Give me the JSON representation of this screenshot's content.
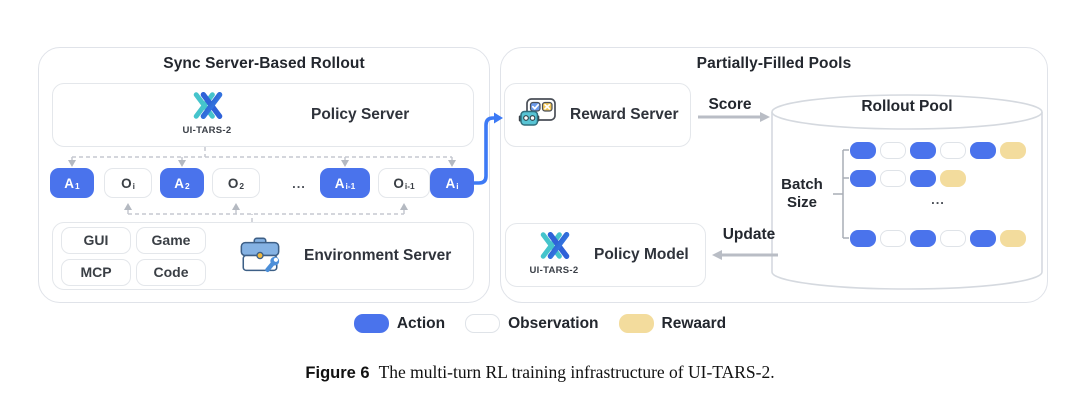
{
  "figure": {
    "caption_prefix": "Figure 6",
    "caption_text": "The multi-turn RL training infrastructure of UI-TARS-2."
  },
  "left_panel": {
    "title": "Sync Server-Based Rollout",
    "policy_server": {
      "label": "Policy Server",
      "logo_text": "UI-TARS-2"
    },
    "sequence": [
      {
        "kind": "action",
        "base": "A",
        "sub": "1"
      },
      {
        "kind": "observation",
        "base": "O",
        "sub": "i"
      },
      {
        "kind": "action",
        "base": "A",
        "sub": "2"
      },
      {
        "kind": "observation",
        "base": "O",
        "sub": "2"
      },
      {
        "kind": "ellipsis",
        "label": "..."
      },
      {
        "kind": "action",
        "base": "A",
        "sub": "i-1"
      },
      {
        "kind": "observation",
        "base": "O",
        "sub": "i-1"
      },
      {
        "kind": "action",
        "base": "A",
        "sub": "i"
      }
    ],
    "environment_server": {
      "label": "Environment Server",
      "modules": [
        "GUI",
        "Game",
        "MCP",
        "Code"
      ]
    }
  },
  "right_panel": {
    "title": "Partially-Filled Pools",
    "reward_server": {
      "label": "Reward Server"
    },
    "policy_model": {
      "label": "Policy Model",
      "logo_text": "UI-TARS-2"
    },
    "arrows": {
      "score": "Score",
      "update": "Update"
    },
    "rollout_pool": {
      "title": "Rollout Pool",
      "batch_label_line1": "Batch",
      "batch_label_line2": "Size",
      "ellipsis": "...",
      "rows": [
        [
          "action",
          "observation",
          "action",
          "observation",
          "action",
          "reward"
        ],
        [
          "action",
          "observation",
          "action",
          "reward"
        ],
        [
          "action",
          "observation",
          "action",
          "observation",
          "action",
          "reward"
        ]
      ]
    }
  },
  "legend": [
    {
      "label": "Action",
      "swatch": "action"
    },
    {
      "label": "Observation",
      "swatch": "observation"
    },
    {
      "label": "Rewaard",
      "swatch": "reward"
    }
  ],
  "colors": {
    "action": "#4A73EC",
    "observation": "#FFFFFF",
    "reward": "#F3DC9D",
    "accent_arrow": "#3D7AF5",
    "gray_arrow": "#B9BDC5",
    "logo_cyan": "#45C4CC",
    "logo_blue": "#2F62D8"
  }
}
